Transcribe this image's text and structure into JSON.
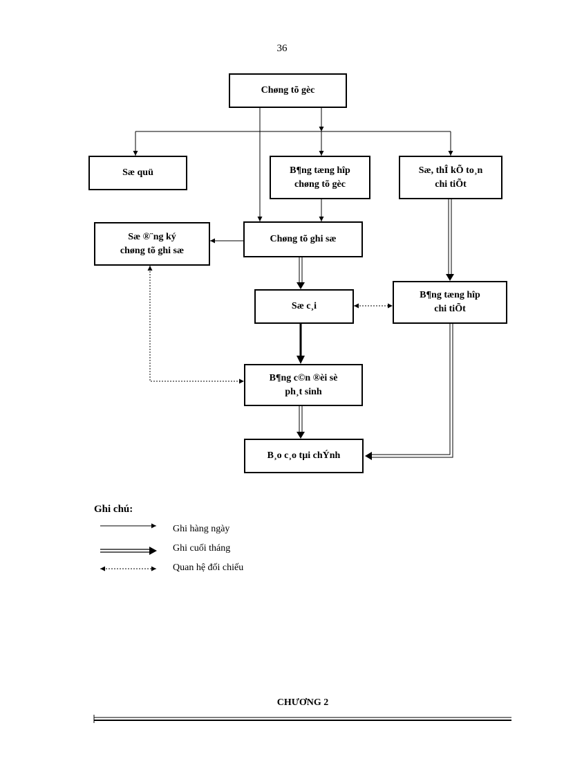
{
  "page_number": "36",
  "diagram": {
    "nodes": {
      "chung_tu_goc": "Chøng tõ gèc",
      "so_quy": "Sæ quü",
      "bang_tong_hop_ctg": [
        "B¶ng tæng hîp",
        "chøng tõ gèc"
      ],
      "so_the_ke_toan": [
        "Sæ, thÎ kÕ to¸n",
        "chi tiÕt"
      ],
      "so_dang_ky": [
        "Sæ ®¨ng ký",
        "chøng tõ ghi sæ"
      ],
      "chung_tu_ghi_so": "Chøng tõ ghi sæ",
      "so_cai": "Sæ c¸i",
      "bang_tong_hop_ct": [
        "B¶ng tæng hîp",
        "chi tiÕt"
      ],
      "bang_can_doi": [
        "B¶ng c©n ®èi sè",
        "ph¸t sinh"
      ],
      "bao_cao": "B¸o c¸o tµi chÝnh"
    }
  },
  "legend": {
    "title": "Ghi chú:",
    "items": [
      "Ghi hàng ngày",
      "Ghi cuối tháng",
      "Quan hệ đối chiếu"
    ]
  },
  "footer": {
    "chapter": "CHƯƠNG 2"
  }
}
